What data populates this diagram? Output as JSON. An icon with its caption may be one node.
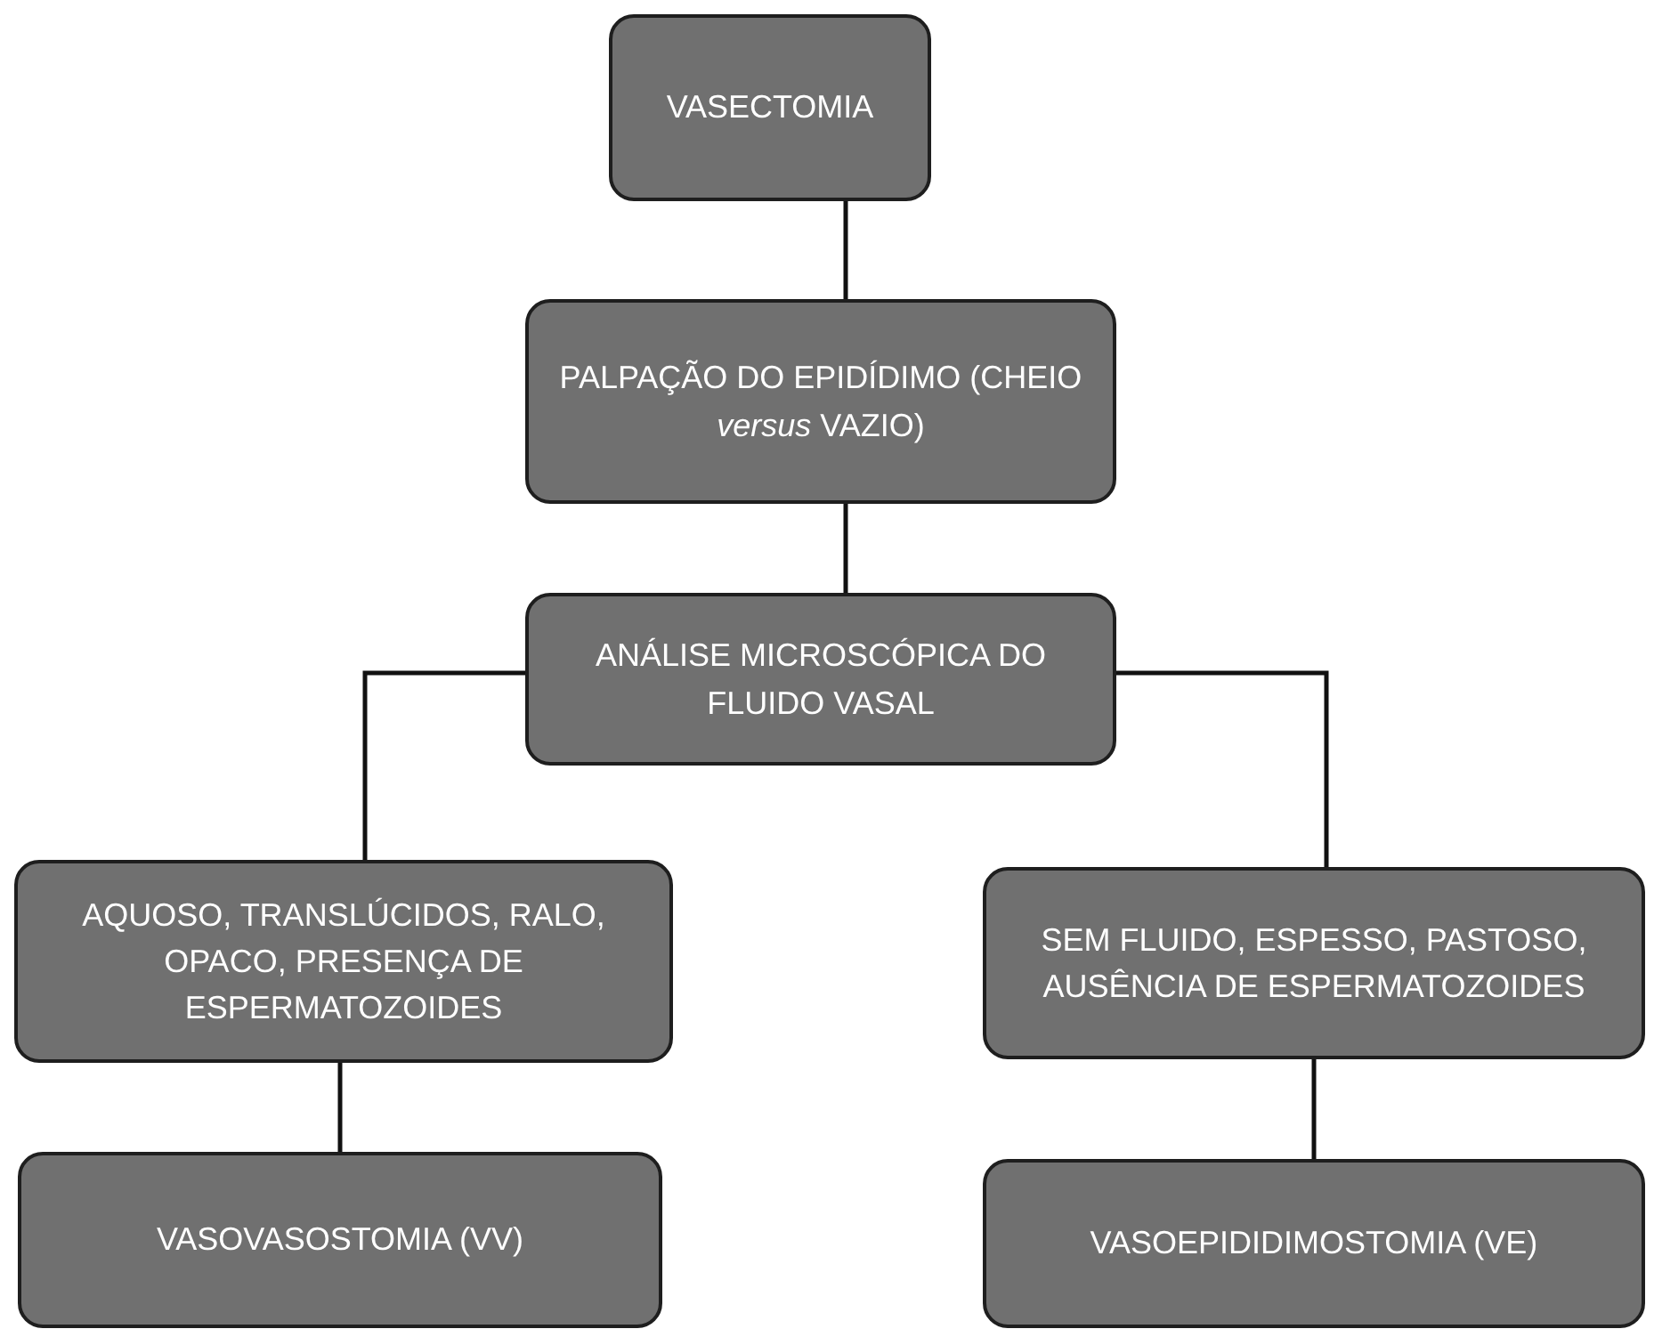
{
  "diagram": {
    "nodes": [
      {
        "text": [
          "VASECTOMIA"
        ]
      },
      {
        "text": [
          "PALPAÇÃO DO EPIDÍDIMO (CHEIO *versus* VAZIO)"
        ]
      },
      {
        "text": [
          "ANÁLISE MICROSCÓPICA DO FLUIDO VASAL"
        ]
      },
      {
        "text": [
          "AQUOSO, TRANSLÚCIDOS, RALO, OPACO, PRESENÇA DE ESPERMATOZOIDES"
        ]
      },
      {
        "text": [
          "SEM FLUIDO, ESPESSO, PASTOSO, AUSÊNCIA DE ESPERMATOZOIDES"
        ]
      },
      {
        "text": [
          "VASOVASOSTOMIA (VV)"
        ]
      },
      {
        "text": [
          "VASOEPIDIDIMOSTOMIA (VE)"
        ]
      }
    ],
    "edges": [
      {
        "from": 0,
        "to": 1,
        "arrow": "none"
      },
      {
        "from": 1,
        "to": 2,
        "arrow": "none"
      },
      {
        "from": 2,
        "to": 3,
        "arrow": "none"
      },
      {
        "from": 2,
        "to": 4,
        "arrow": "none"
      },
      {
        "from": 3,
        "to": 5,
        "arrow": "none"
      },
      {
        "from": 4,
        "to": 6,
        "arrow": "none"
      }
    ]
  }
}
